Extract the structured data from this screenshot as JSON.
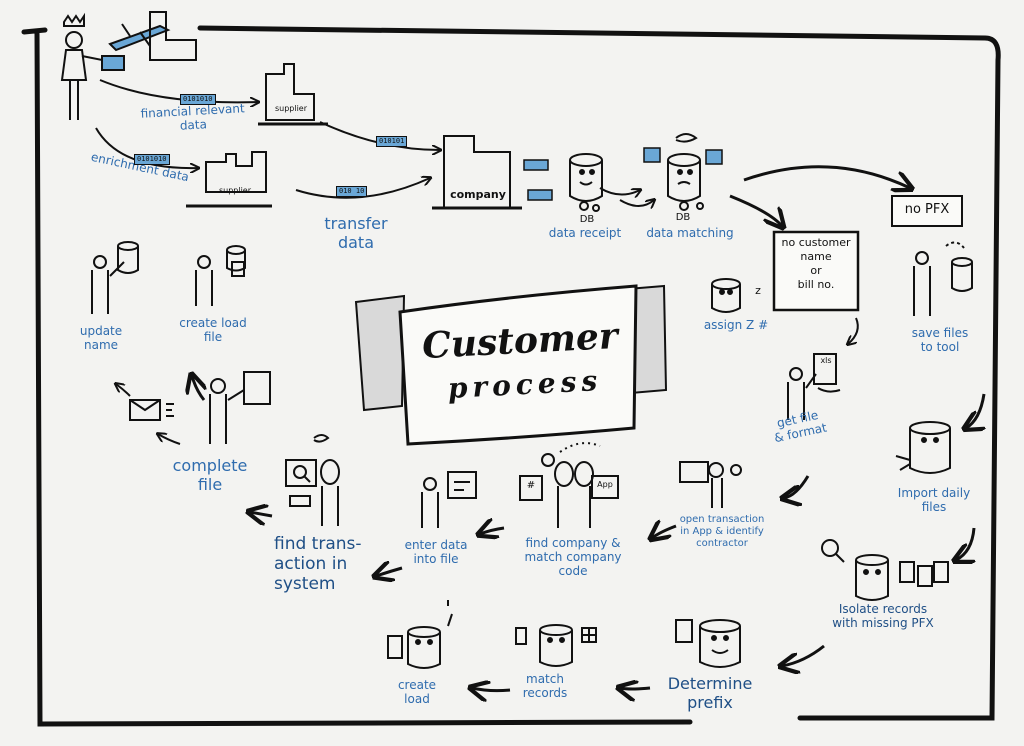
{
  "title": {
    "line1": "Customer",
    "line2": "process"
  },
  "sources": {
    "financial_data": "financial relevant data",
    "enrichment_data": "enrichment data",
    "transfer_data": "transfer data",
    "supplier_top": "supplier",
    "supplier_bottom": "supplier",
    "company": "company",
    "binary_code_1": "0101010",
    "binary_code_2": "010101",
    "binary_code_3": "0101010",
    "binary_code_4": "010 10"
  },
  "database": {
    "db_receipt": "DB",
    "receipt": "data receipt",
    "db_matching": "DB",
    "matching": "data matching"
  },
  "branches": {
    "no_pfx": "no PFX",
    "no_customer": "no customer\nname\nor\nbill no.",
    "assign_z": "assign Z #",
    "z_letter": "z",
    "save_files": "save files\nto tool"
  },
  "steps": {
    "get_file": "get file\n& format",
    "xls": "xls",
    "import_daily": "Import daily\nfiles",
    "isolate": "Isolate records\nwith missing PFX",
    "determine_prefix": "Determine\nprefix",
    "match_records": "match\nrecords",
    "create_load": "create\nload",
    "open_transaction": "open transaction\nin App & identify\ncontractor",
    "app_icon": "App",
    "hash_icon": "#",
    "find_company": "find company &\nmatch company\ncode",
    "enter_data": "enter data\ninto file",
    "find_transaction": "find trans-\naction in\nsystem",
    "complete_file": "complete\nfile",
    "create_load_file": "create load\nfile",
    "update_name": "update\nname"
  }
}
